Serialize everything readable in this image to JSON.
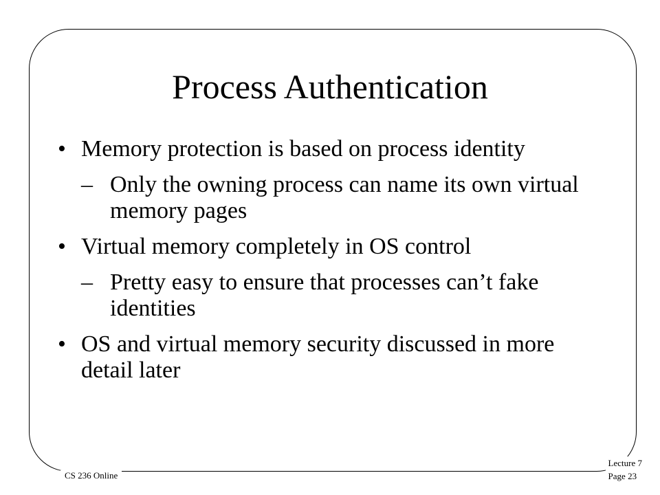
{
  "slide": {
    "title": "Process Authentication",
    "bullets": [
      {
        "text": "Memory protection is based on process identity",
        "sub": [
          "Only the owning process can name its own virtual memory pages"
        ]
      },
      {
        "text": "Virtual memory completely in OS control",
        "sub": [
          "Pretty easy to ensure that processes can’t fake identities"
        ]
      },
      {
        "text": "OS and virtual memory security discussed in more detail later",
        "sub": []
      }
    ],
    "bullet_marker": "•",
    "sub_marker": "–"
  },
  "footer": {
    "course": "CS 236 Online",
    "lecture": "Lecture 7",
    "page": "Page 23"
  }
}
